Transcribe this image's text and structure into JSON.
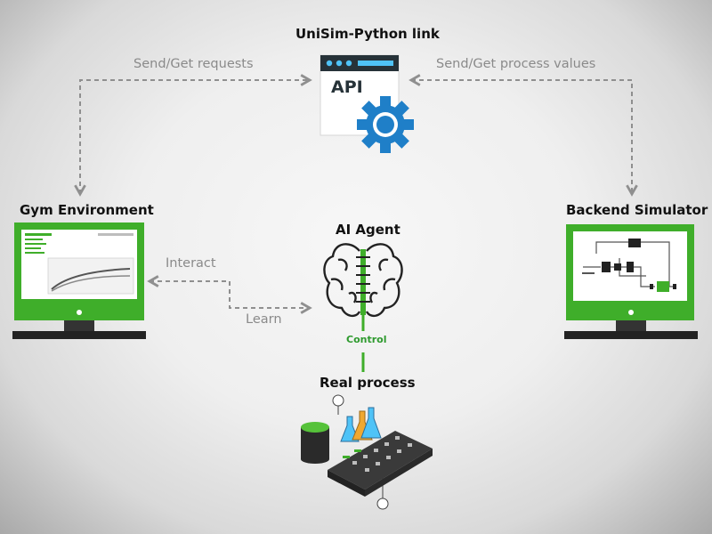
{
  "title_api": "UniSim-Python link",
  "api_label": "API",
  "send_get_requests": "Send/Get requests",
  "send_get_values": "Send/Get process values",
  "gym_title": "Gym Environment",
  "ai_title": "AI Agent",
  "backend_title": "Backend Simulator",
  "interact": "Interact",
  "learn": "Learn",
  "control": "Control",
  "real_process": "Real process",
  "colors": {
    "green": "#3fae2a",
    "blue": "#1f7fc8",
    "dark": "#222222",
    "dash": "#8f8f8f"
  },
  "icons": {
    "api": "api-window-gear-icon",
    "gym": "monitor-chart-icon",
    "brain": "brain-circuit-icon",
    "backend": "monitor-flow-diagram-icon",
    "process": "industrial-process-icon"
  }
}
